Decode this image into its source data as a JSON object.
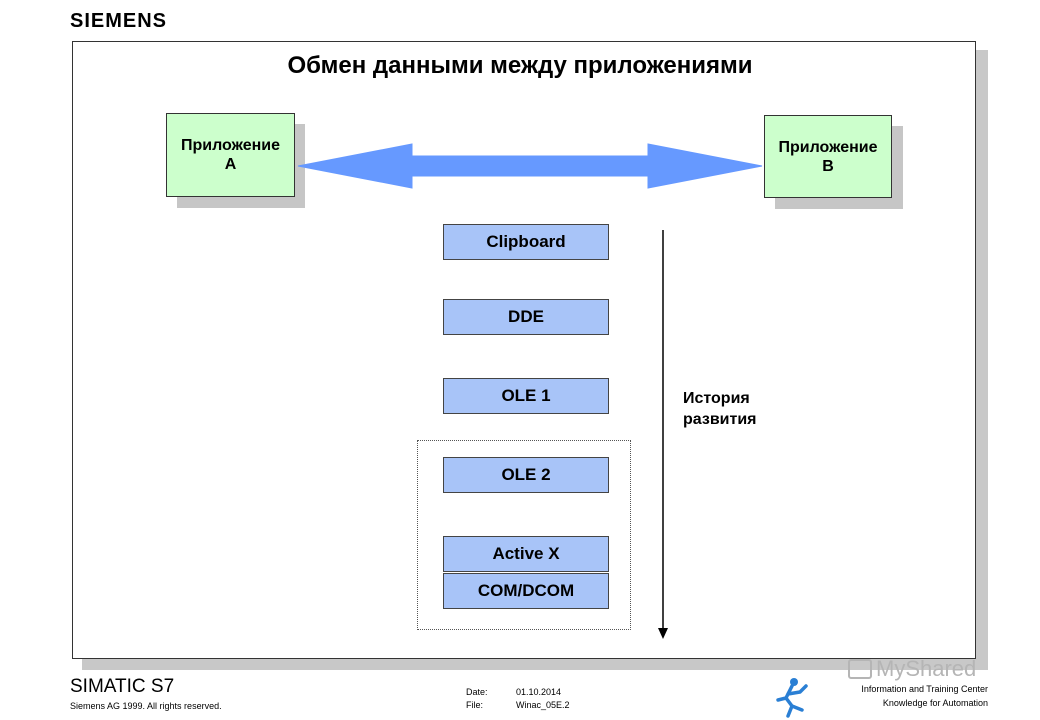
{
  "brand": {
    "logo_text": "SIEMENS"
  },
  "slide": {
    "title": "Обмен данными между приложениями",
    "app_a": {
      "line1": "Приложение",
      "line2": "A"
    },
    "app_b": {
      "line1": "Приложение",
      "line2": "B"
    },
    "technologies": [
      "Clipboard",
      "DDE",
      "OLE 1",
      "OLE 2",
      "Active X",
      "COM/DCOM"
    ],
    "history": {
      "line1": "История",
      "line2": "развития"
    }
  },
  "colors": {
    "app_box": "#ccffcc",
    "tech_box": "#a8c4f8",
    "arrow": "#6699ff"
  },
  "footer": {
    "product": "SIMATIC S7",
    "copyright": "Siemens AG 1999. All rights reserved.",
    "date_label": "Date:",
    "date_value": "01.10.2014",
    "file_label": "File:",
    "file_value": "Winac_05E.2",
    "center_line1": "Information and Training Center",
    "center_line2": "Knowledge for Automation"
  },
  "watermark": {
    "text": "MyShared"
  }
}
